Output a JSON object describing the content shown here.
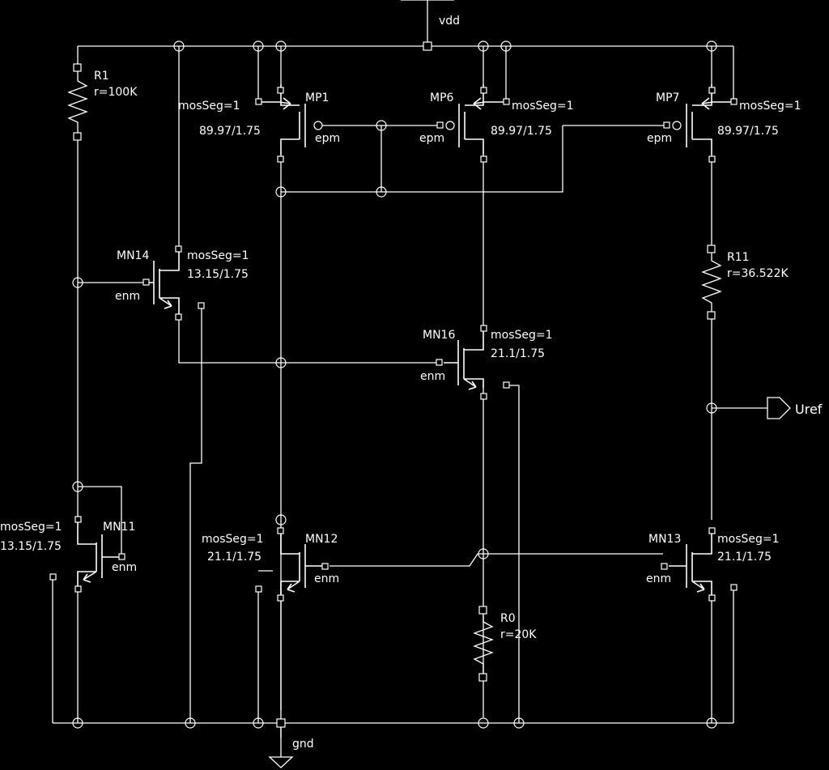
{
  "schematic": {
    "supply": {
      "label": "vdd"
    },
    "ground": {
      "label": "gnd"
    },
    "output_port": {
      "label": "Uref"
    },
    "devices": [
      {
        "id": "mp1",
        "name": "MP1",
        "type": "pmos",
        "param": "mosSeg=1",
        "size": "89.97/1.75",
        "gate_net": "epm"
      },
      {
        "id": "mp6",
        "name": "MP6",
        "type": "pmos",
        "param": "mosSeg=1",
        "size": "89.97/1.75",
        "gate_net": "epm"
      },
      {
        "id": "mp7",
        "name": "MP7",
        "type": "pmos",
        "param": "mosSeg=1",
        "size": "89.97/1.75",
        "gate_net": "epm"
      },
      {
        "id": "mn14",
        "name": "MN14",
        "type": "nmos",
        "param": "mosSeg=1",
        "size": "13.15/1.75",
        "gate_net": "enm"
      },
      {
        "id": "mn16",
        "name": "MN16",
        "type": "nmos",
        "param": "mosSeg=1",
        "size": "21.1/1.75",
        "gate_net": "enm"
      },
      {
        "id": "mn11",
        "name": "MN11",
        "type": "nmos",
        "param": "mosSeg=1",
        "size": "13.15/1.75",
        "gate_net": "enm"
      },
      {
        "id": "mn12",
        "name": "MN12",
        "type": "nmos",
        "param": "mosSeg=1",
        "size": "21.1/1.75",
        "gate_net": "enm"
      },
      {
        "id": "mn13",
        "name": "MN13",
        "type": "nmos",
        "param": "mosSeg=1",
        "size": "21.1/1.75",
        "gate_net": "enm"
      }
    ],
    "resistors": [
      {
        "id": "r1",
        "name": "R1",
        "value": "r=100K"
      },
      {
        "id": "r11",
        "name": "R11",
        "value": "r=36.522K"
      },
      {
        "id": "r0",
        "name": "R0",
        "value": "r=20K"
      }
    ]
  }
}
